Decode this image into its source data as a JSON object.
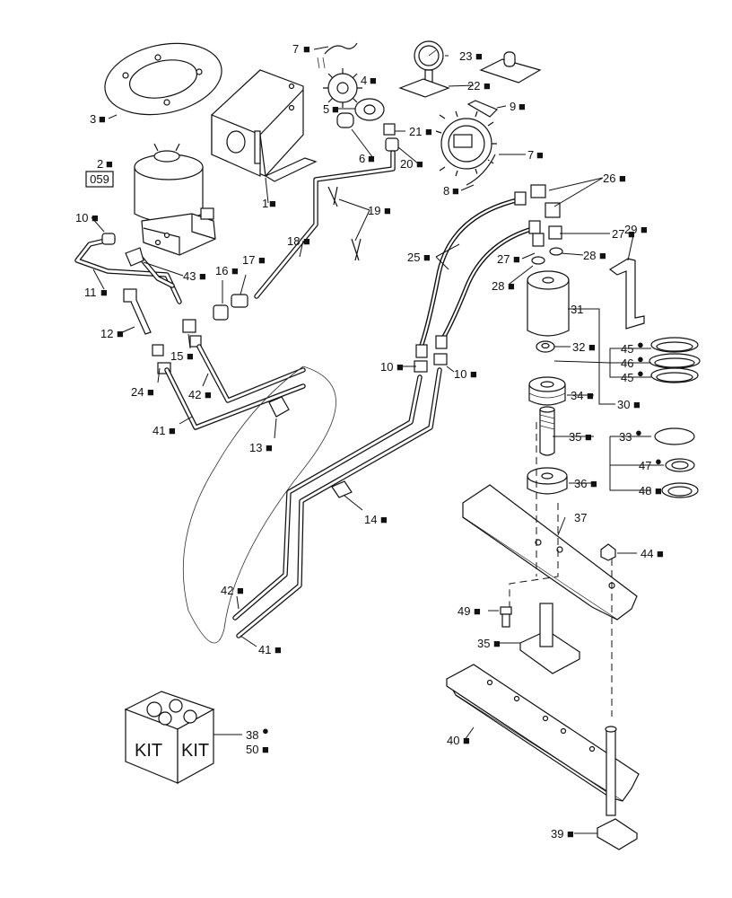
{
  "diagram": {
    "ref_box": "059",
    "kit_words": [
      "KIT",
      "KIT"
    ],
    "labels": [
      {
        "id": "p7a",
        "text": "7"
      },
      {
        "id": "p23",
        "text": "23"
      },
      {
        "id": "p4",
        "text": "4"
      },
      {
        "id": "p22",
        "text": "22"
      },
      {
        "id": "p3",
        "text": "3"
      },
      {
        "id": "p5",
        "text": "5"
      },
      {
        "id": "p9",
        "text": "9"
      },
      {
        "id": "p21",
        "text": "21"
      },
      {
        "id": "p7b",
        "text": "7"
      },
      {
        "id": "p6",
        "text": "6"
      },
      {
        "id": "p20",
        "text": "20"
      },
      {
        "id": "p2",
        "text": "2"
      },
      {
        "id": "p8",
        "text": "8"
      },
      {
        "id": "p26",
        "text": "26"
      },
      {
        "id": "p1",
        "text": "1"
      },
      {
        "id": "p19",
        "text": "19"
      },
      {
        "id": "p10a",
        "text": "10"
      },
      {
        "id": "p27a",
        "text": "27"
      },
      {
        "id": "p29",
        "text": "29"
      },
      {
        "id": "p18",
        "text": "18"
      },
      {
        "id": "p25",
        "text": "25"
      },
      {
        "id": "p27b",
        "text": "27"
      },
      {
        "id": "p28a",
        "text": "28"
      },
      {
        "id": "p43",
        "text": "43"
      },
      {
        "id": "p16",
        "text": "16"
      },
      {
        "id": "p17",
        "text": "17"
      },
      {
        "id": "p11",
        "text": "11"
      },
      {
        "id": "p28b",
        "text": "28"
      },
      {
        "id": "p31",
        "text": "31"
      },
      {
        "id": "p12",
        "text": "12"
      },
      {
        "id": "p15",
        "text": "15"
      },
      {
        "id": "p32",
        "text": "32"
      },
      {
        "id": "p45a",
        "text": "45"
      },
      {
        "id": "p46",
        "text": "46"
      },
      {
        "id": "p45b",
        "text": "45"
      },
      {
        "id": "p10b",
        "text": "10"
      },
      {
        "id": "p10c",
        "text": "10"
      },
      {
        "id": "p24",
        "text": "24"
      },
      {
        "id": "p42a",
        "text": "42"
      },
      {
        "id": "p34",
        "text": "34"
      },
      {
        "id": "p30",
        "text": "30"
      },
      {
        "id": "p41a",
        "text": "41"
      },
      {
        "id": "p35a",
        "text": "35"
      },
      {
        "id": "p33",
        "text": "33"
      },
      {
        "id": "p13",
        "text": "13"
      },
      {
        "id": "p47",
        "text": "47"
      },
      {
        "id": "p36",
        "text": "36"
      },
      {
        "id": "p48",
        "text": "48"
      },
      {
        "id": "p14",
        "text": "14"
      },
      {
        "id": "p37",
        "text": "37"
      },
      {
        "id": "p44",
        "text": "44"
      },
      {
        "id": "p42b",
        "text": "42"
      },
      {
        "id": "p49",
        "text": "49"
      },
      {
        "id": "p35b",
        "text": "35"
      },
      {
        "id": "p41b",
        "text": "41"
      },
      {
        "id": "p38",
        "text": "38"
      },
      {
        "id": "p50",
        "text": "50"
      },
      {
        "id": "p40",
        "text": "40"
      },
      {
        "id": "p39",
        "text": "39"
      }
    ]
  }
}
